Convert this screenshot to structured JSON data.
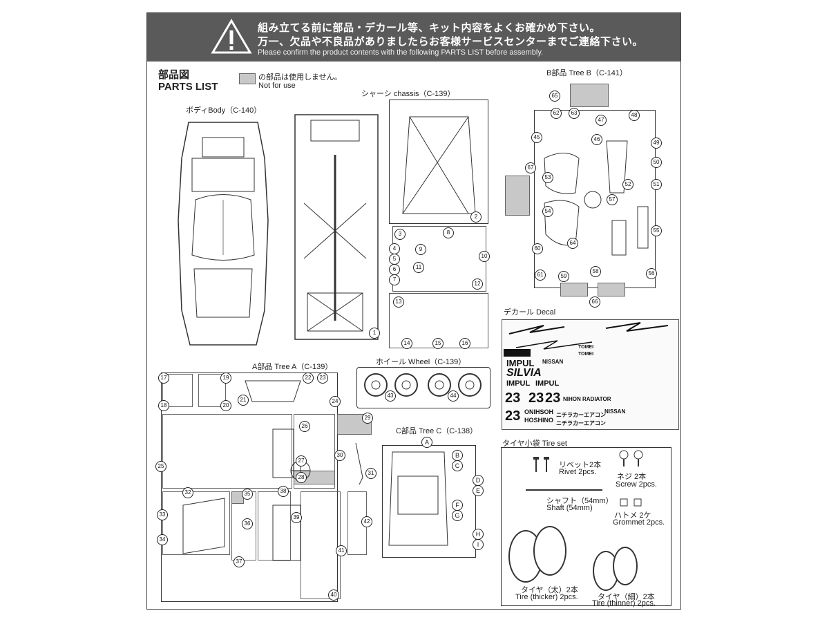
{
  "banner": {
    "line1": "組み立てる前に部品・デカール等、キット内容をよくお確かめ下さい。",
    "line2": "万一、欠品や不良品がありましたらお客様サービスセンターまでご連絡下さい。",
    "line3": "Please confirm the product contents with the following PARTS LIST before assembly."
  },
  "header": {
    "title_jp": "部品図",
    "title_en": "PARTS LIST",
    "legend_jp": "の部品は使用しません。",
    "legend_en": "Not for use"
  },
  "sections": {
    "body": "ボディBody（C-140）",
    "chassis": "シャーシ chassis（C-139）",
    "tree_b": "B部品 Tree B（C-141）",
    "decal": "デカール Decal",
    "tree_a": "A部品 Tree A（C-139）",
    "wheel": "ホイール Wheel（C-139）",
    "tree_c": "C部品 Tree C（C-138）",
    "tire_set": "タイヤ小袋 Tire set"
  },
  "chassis_numbers": [
    "1",
    "2",
    "3",
    "4",
    "5",
    "6",
    "7",
    "8",
    "9",
    "10",
    "11",
    "12",
    "13",
    "14",
    "15",
    "16"
  ],
  "tree_b_numbers": [
    "45",
    "46",
    "47",
    "48",
    "49",
    "50",
    "51",
    "52",
    "53",
    "54",
    "55",
    "56",
    "57",
    "58",
    "59",
    "60",
    "61",
    "62",
    "63",
    "64",
    "65",
    "66",
    "67"
  ],
  "tree_a_numbers": [
    "17",
    "18",
    "19",
    "20",
    "21",
    "22",
    "23",
    "24",
    "25",
    "26",
    "27",
    "28",
    "29",
    "30",
    "31",
    "32",
    "33",
    "34",
    "35",
    "36",
    "37",
    "38",
    "39",
    "40",
    "41",
    "42"
  ],
  "wheel_numbers": [
    "43",
    "44"
  ],
  "tree_c_letters": [
    "A",
    "B",
    "C",
    "D",
    "E",
    "F",
    "G",
    "H",
    "I"
  ],
  "decal_texts": {
    "impul": "IMPUL",
    "nissan": "NISSAN",
    "silvia": "SILVIA",
    "impul2": "IMPUL",
    "impul3": "IMPUL",
    "n23a": "23",
    "n23b": "23",
    "n23c": "23",
    "n23d": "23",
    "nihon_radiator": "NIHON RADIATOR",
    "onihsoh": "ONIHSOH",
    "hoshino": "HOSHINO",
    "tomei": "TOMEI",
    "tomei2": "TOMEI",
    "nichiraka1": "ニチラカーエアコン",
    "nichiraka2": "ニチラカーエアコン",
    "nissan2": "NISSAN"
  },
  "tire_set": {
    "rivet_jp": "リベット2本",
    "rivet_en": "Rivet 2pcs.",
    "screw_jp": "ネジ 2本",
    "screw_en": "Screw 2pcs.",
    "shaft_jp": "シャフト（54mm）",
    "shaft_en": "Shaft (54mm)",
    "grommet_jp": "ハトメ 2ケ",
    "grommet_en": "Grommet 2pcs.",
    "tire_thick_jp": "タイヤ（太）2本",
    "tire_thick_en": "Tire (thicker) 2pcs.",
    "tire_thin_jp": "タイヤ（細）2本",
    "tire_thin_en": "Tire (thinner) 2pcs."
  },
  "colors": {
    "banner": "#5a5a5a",
    "not_for_use": "#c8c8c8",
    "line": "#333333"
  }
}
